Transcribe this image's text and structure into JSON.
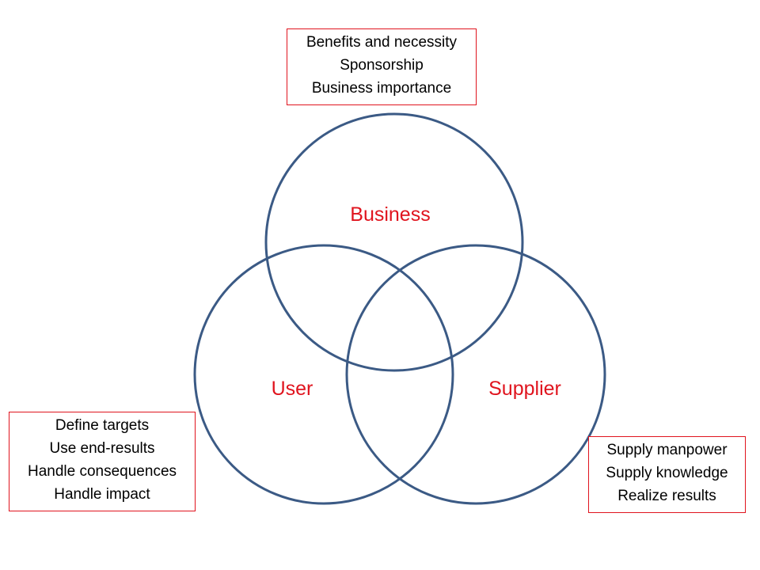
{
  "colors": {
    "circle_stroke": "#3b5a85",
    "label_text": "#e0141e",
    "box_border": "#e0141e",
    "box_text": "#000000"
  },
  "diagram": {
    "circles": [
      {
        "id": "business",
        "label": "Business"
      },
      {
        "id": "user",
        "label": "User"
      },
      {
        "id": "supplier",
        "label": "Supplier"
      }
    ],
    "notes": {
      "business": [
        "Benefits and necessity",
        "Sponsorship",
        "Business importance"
      ],
      "user": [
        "Define targets",
        "Use end-results",
        "Handle consequences",
        "Handle impact"
      ],
      "supplier": [
        "Supply manpower",
        "Supply knowledge",
        "Realize results"
      ]
    }
  }
}
